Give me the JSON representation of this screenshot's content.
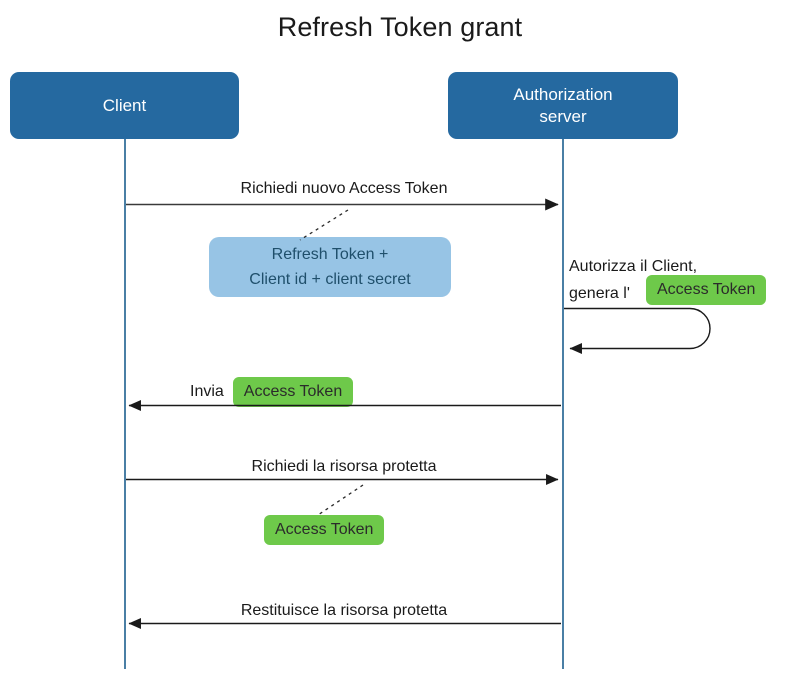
{
  "diagram": {
    "title": "Refresh Token grant",
    "type": "uml-sequence-diagram",
    "colors": {
      "actor_fill": "#2569a0",
      "actor_text": "#ffffff",
      "lifeline": "#4a7fa5",
      "note_fill": "#97c4e5",
      "note_text": "#1f4f6b",
      "token_badge_fill": "#6ec94a",
      "token_badge_text": "#2b2b2b",
      "arrow": "#1a1a1a",
      "background": "#ffffff"
    }
  },
  "actors": [
    {
      "id": "client",
      "label": "Client"
    },
    {
      "id": "authorization_server",
      "label": "Authorization\nserver"
    }
  ],
  "messages": [
    {
      "id": "m1",
      "label": "Richiedi nuovo Access Token",
      "from": "client",
      "to": "authorization_server",
      "direction": "right"
    },
    {
      "id": "m2",
      "label_line1": "Autorizza il Client,",
      "label_line2": "genera l'",
      "badge": "Access Token",
      "from": "authorization_server",
      "to": "authorization_server",
      "direction": "self"
    },
    {
      "id": "m3",
      "label": "Invia",
      "badge": "Access Token",
      "from": "authorization_server",
      "to": "client",
      "direction": "left"
    },
    {
      "id": "m4",
      "label": "Richiedi la risorsa protetta",
      "from": "client",
      "to": "authorization_server",
      "direction": "right"
    },
    {
      "id": "m5",
      "label": "Restituisce la risorsa protetta",
      "from": "authorization_server",
      "to": "client",
      "direction": "left"
    }
  ],
  "notes": [
    {
      "id": "note1",
      "line1": "Refresh Token +",
      "line2": "Client id + client secret",
      "attached_to": "m1"
    },
    {
      "id": "note2",
      "badge": "Access Token",
      "attached_to": "m4"
    }
  ]
}
